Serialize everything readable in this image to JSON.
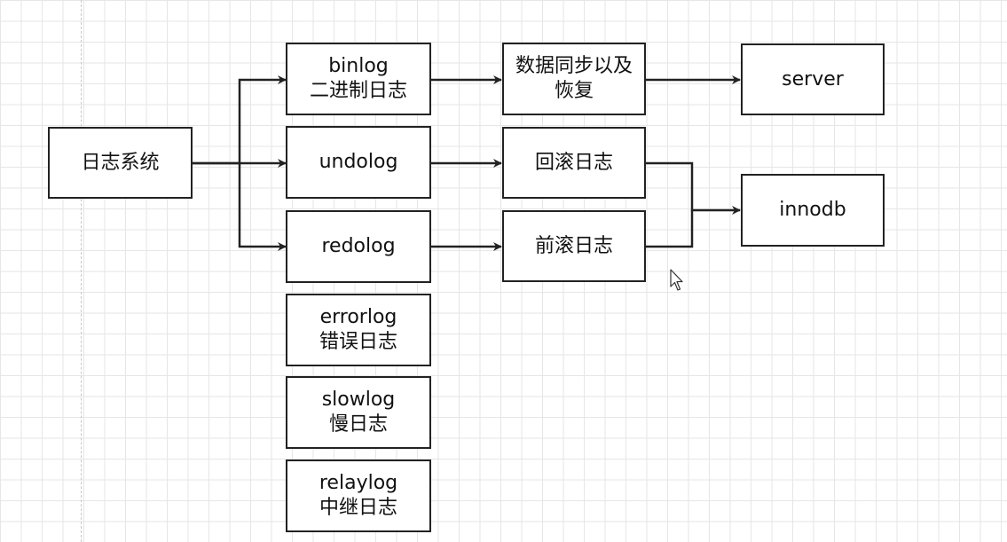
{
  "nodes": {
    "root": {
      "label": "日志系统"
    },
    "binlog": {
      "line1": "binlog",
      "line2": "二进制日志"
    },
    "undolog": {
      "label": "undolog"
    },
    "redolog": {
      "label": "redolog"
    },
    "errorlog": {
      "line1": "errorlog",
      "line2": "错误日志"
    },
    "slowlog": {
      "line1": "slowlog",
      "line2": "慢日志"
    },
    "relaylog": {
      "line1": "relaylog",
      "line2": "中继日志"
    },
    "sync": {
      "line1": "数据同步以及",
      "line2": "恢复"
    },
    "rollback": {
      "label": "回滚日志"
    },
    "rollforward": {
      "label": "前滚日志"
    },
    "server": {
      "label": "server"
    },
    "innodb": {
      "label": "innodb"
    }
  },
  "edges": [
    {
      "from": "日志系统",
      "to": "binlog"
    },
    {
      "from": "日志系统",
      "to": "undolog"
    },
    {
      "from": "日志系统",
      "to": "redolog"
    },
    {
      "from": "binlog",
      "to": "数据同步以及恢复"
    },
    {
      "from": "数据同步以及恢复",
      "to": "server"
    },
    {
      "from": "undolog",
      "to": "回滚日志"
    },
    {
      "from": "redolog",
      "to": "前滚日志"
    },
    {
      "from": "回滚日志",
      "to": "innodb"
    },
    {
      "from": "前滚日志",
      "to": "innodb"
    }
  ],
  "colors": {
    "stroke": "#222222",
    "grid": "#e6e6e6",
    "background": "#ffffff"
  }
}
